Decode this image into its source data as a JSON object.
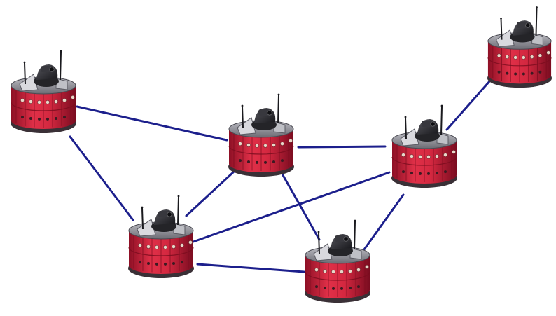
{
  "diagram": {
    "type": "robot-network",
    "link_color": "#1c1f8c",
    "robot_body_color": "#c8203a",
    "robot_top_color": "#2a2a2e",
    "robot_shadow_color": "#3a3036",
    "nodes": [
      {
        "id": "robot-1"
      },
      {
        "id": "robot-2"
      },
      {
        "id": "robot-3"
      },
      {
        "id": "robot-4"
      },
      {
        "id": "robot-5"
      },
      {
        "id": "robot-6"
      }
    ],
    "links": [
      {
        "from": "robot-1",
        "to": "robot-3"
      },
      {
        "from": "robot-1",
        "to": "robot-5"
      },
      {
        "from": "robot-3",
        "to": "robot-4"
      },
      {
        "from": "robot-3",
        "to": "robot-5"
      },
      {
        "from": "robot-3",
        "to": "robot-6"
      },
      {
        "from": "robot-2",
        "to": "robot-4"
      },
      {
        "from": "robot-4",
        "to": "robot-5"
      },
      {
        "from": "robot-4",
        "to": "robot-6"
      },
      {
        "from": "robot-5",
        "to": "robot-6"
      }
    ]
  }
}
